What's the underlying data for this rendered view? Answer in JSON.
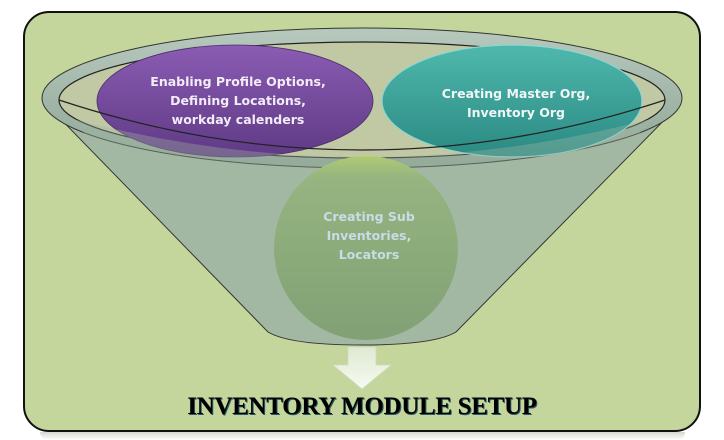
{
  "diagram": {
    "type": "funnel",
    "title": "INVENTORY MODULE SETUP",
    "stages": [
      {
        "id": "profile",
        "lines": [
          "Enabling Profile Options,",
          "Defining Locations,",
          "workday calenders"
        ],
        "color": "#7a4fa0",
        "text_color": "#f2ecf7"
      },
      {
        "id": "master-org",
        "lines": [
          "Creating Master Org,",
          "Inventory Org"
        ],
        "color": "#3aa79e",
        "text_color": "#f0f7f6"
      },
      {
        "id": "sub-inventories",
        "lines": [
          "Creating Sub",
          "Inventories,",
          "Locators"
        ],
        "color": "#86ad6e",
        "text_color": "#c9dbe6"
      }
    ],
    "colors": {
      "background": "#c4d69c",
      "funnel": "#a3b8a2",
      "arrow": "#e6efdb"
    }
  }
}
